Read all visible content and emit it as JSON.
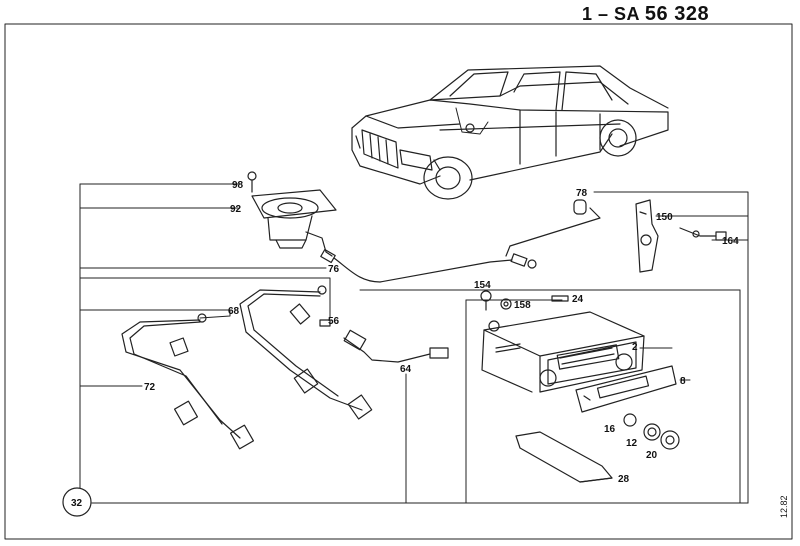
{
  "header": {
    "code_prefix": "1 – SA",
    "code_number": "56 328"
  },
  "print_date": "12.82",
  "callouts": {
    "c98": "98",
    "c92": "92",
    "c76": "76",
    "c78": "78",
    "c150": "150",
    "c164": "164",
    "c154": "154",
    "c158": "158",
    "c24": "24",
    "c68": "68",
    "c56": "56",
    "c64": "64",
    "c72": "72",
    "c2": "2",
    "c8": "8",
    "c16": "16",
    "c12": "12",
    "c20": "20",
    "c28": "28",
    "c32": "32"
  }
}
